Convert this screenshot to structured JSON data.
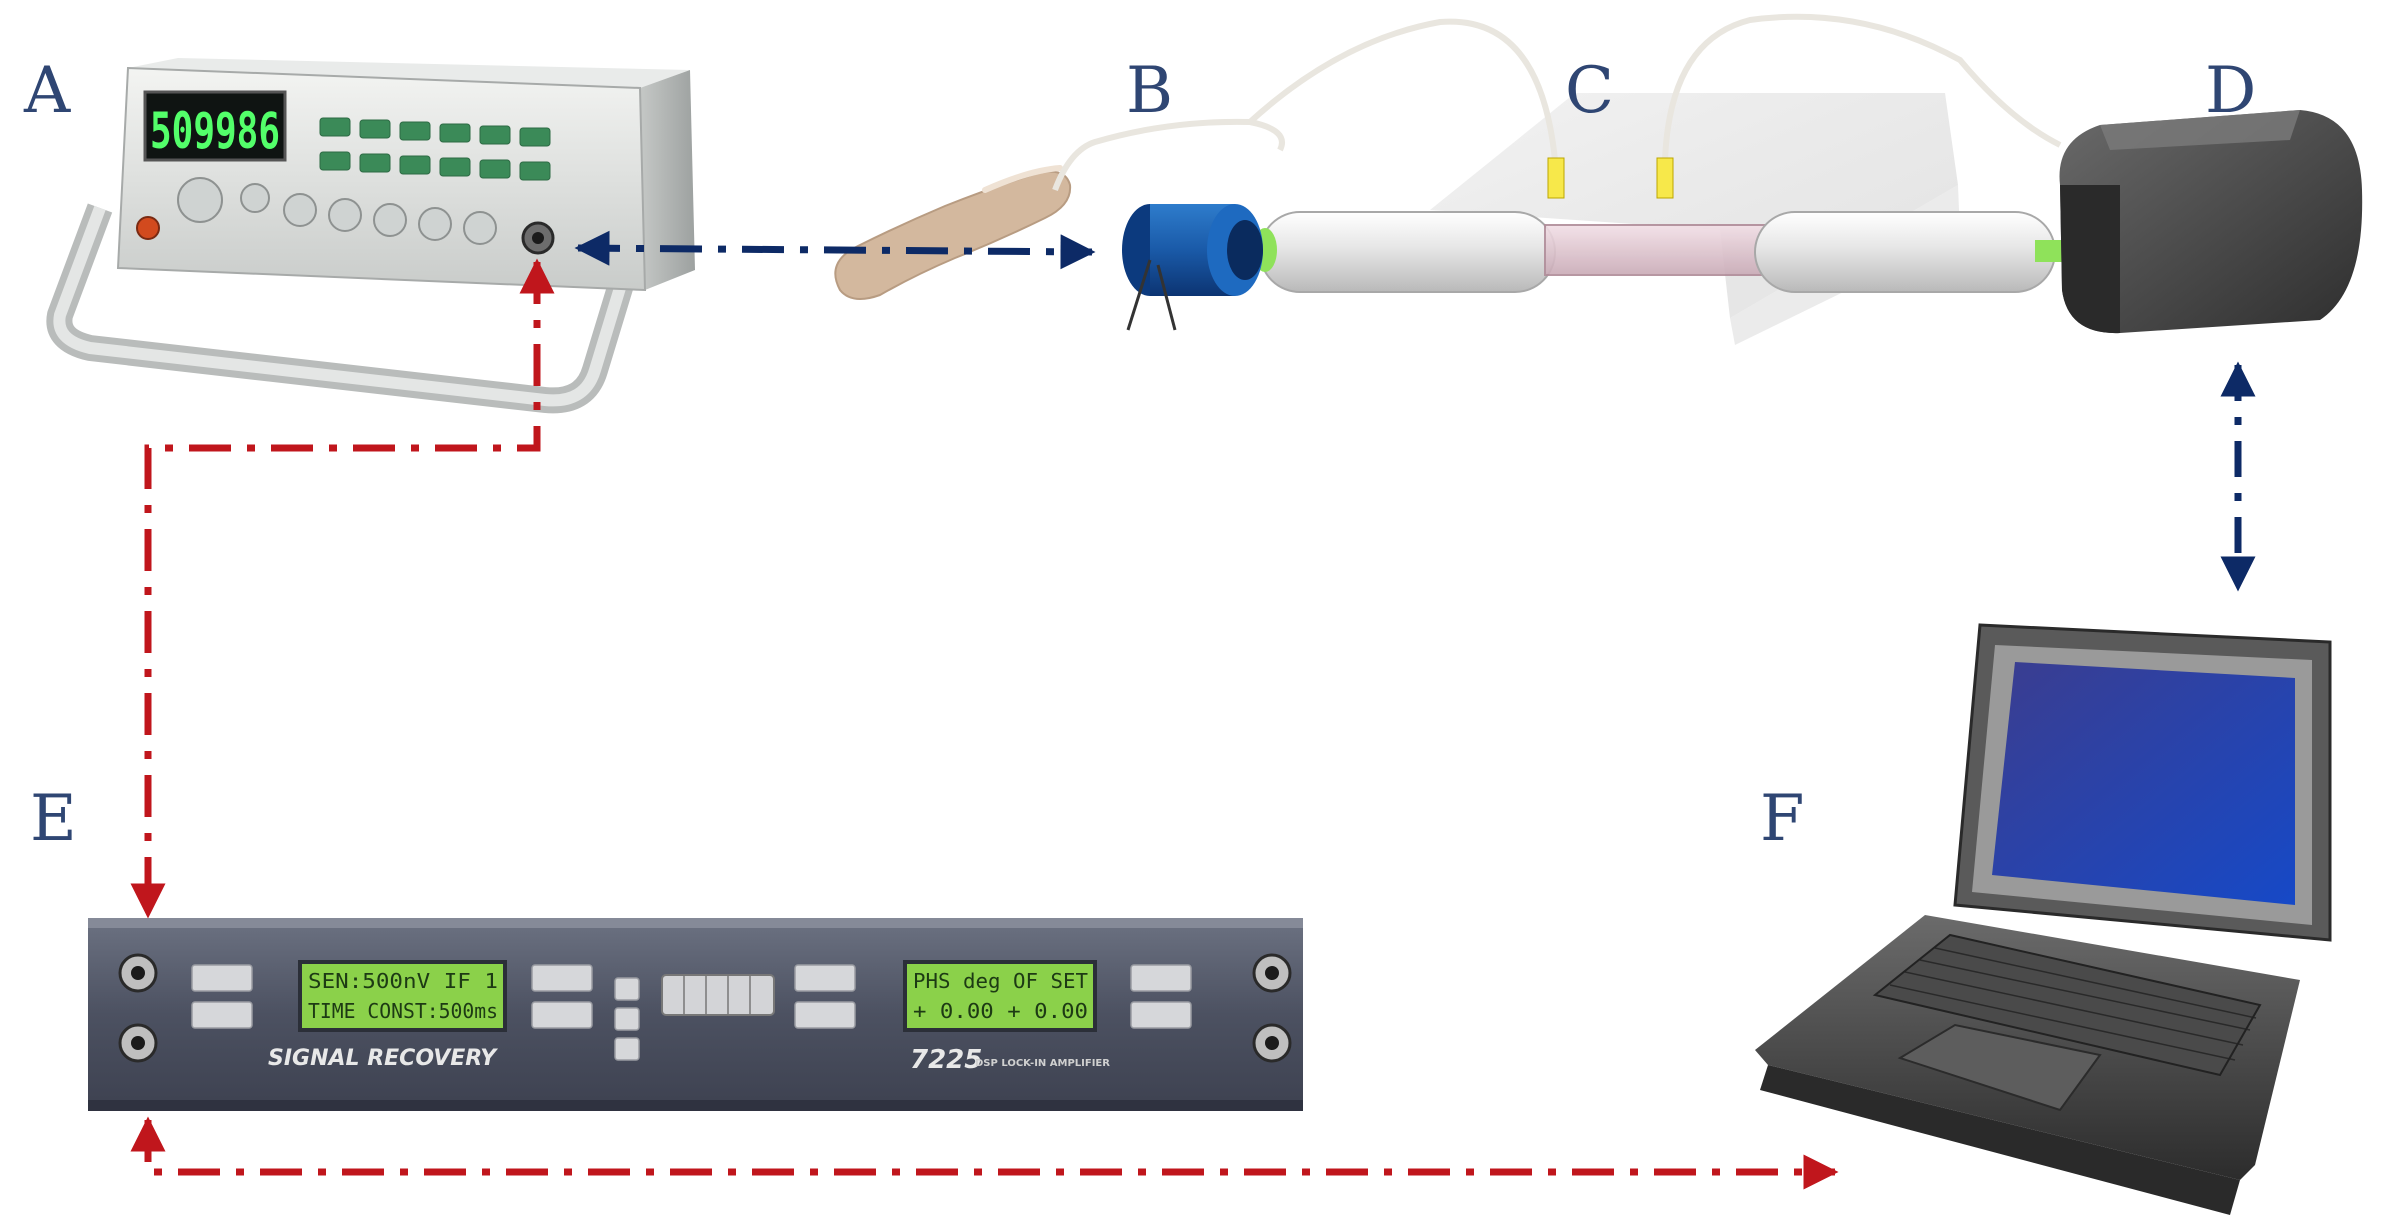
{
  "labels": {
    "a": "A",
    "b": "B",
    "c": "C",
    "d": "D",
    "e": "E",
    "f": "F"
  },
  "generator": {
    "display": "509986"
  },
  "lockin": {
    "lcd1_line1": "SEN:500nV IF 1",
    "lcd1_line2": "TIME CONST:500ms",
    "lcd2_line1": "PHS deg OF SET",
    "lcd2_line2": "+ 0.00  + 0.00",
    "brand": "SIGNAL RECOVERY",
    "model": "7225",
    "model_desc": "DSP LOCK-IN AMPLIFIER"
  },
  "colors": {
    "label": "#2f4673",
    "navy_link": "#0d2a66",
    "red_link": "#c0161c",
    "laptop_screen": "#1f3a9e",
    "lockin_panel": "#5a5f6e",
    "lcd": "#8bd14a"
  }
}
